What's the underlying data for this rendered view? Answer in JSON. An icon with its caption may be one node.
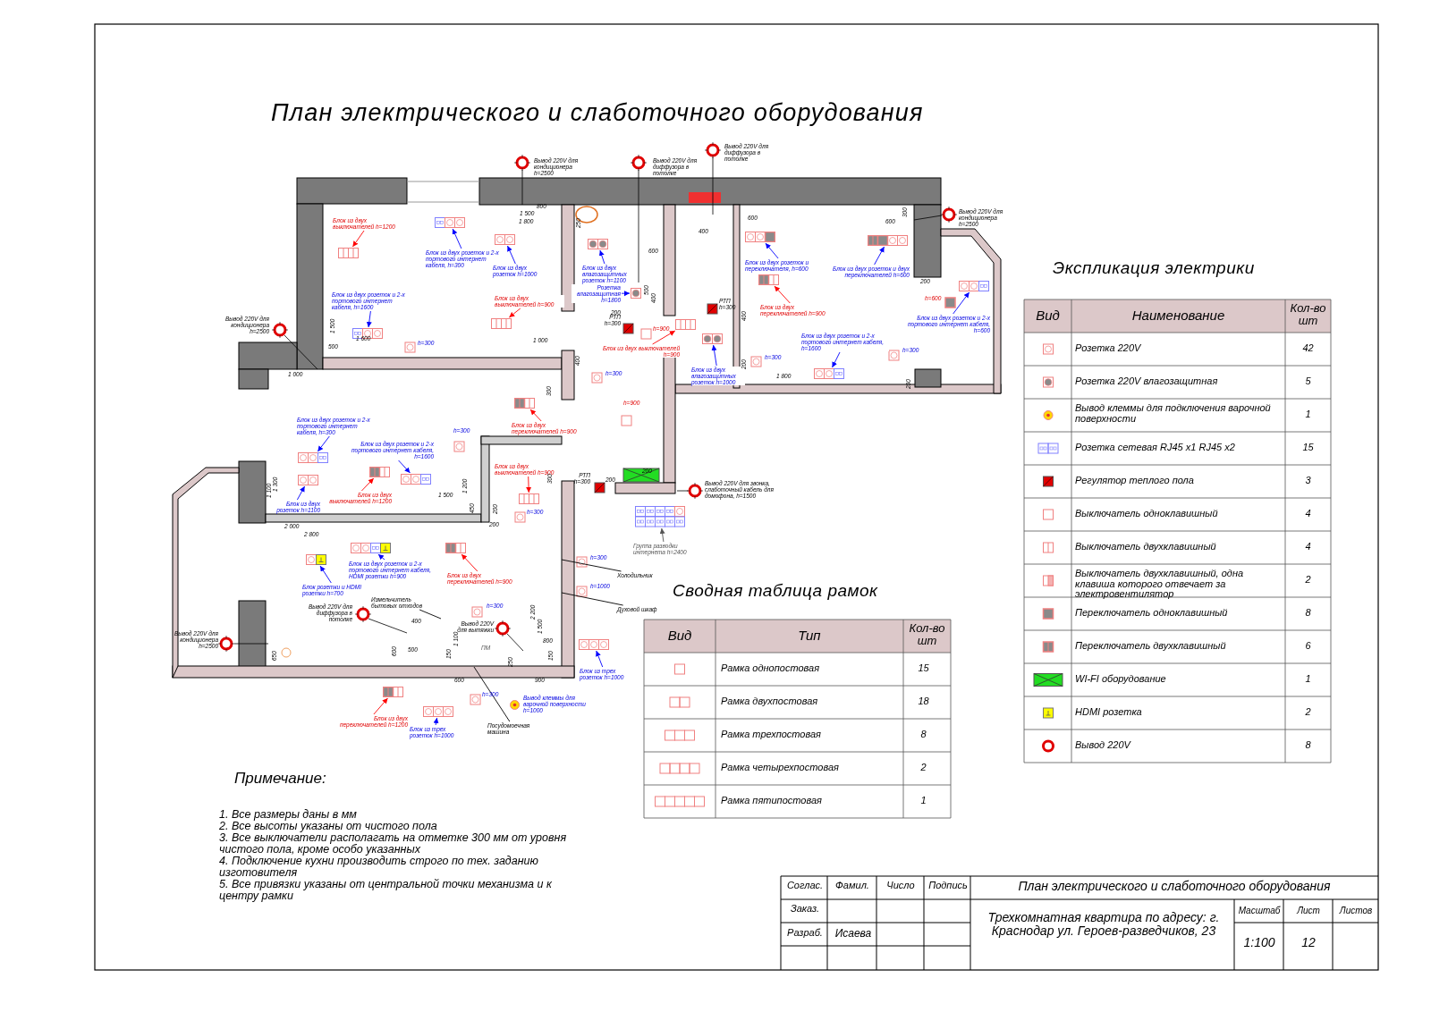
{
  "diagram": {
    "title": "План электрического и слаботочного оборудования",
    "nodes": [
      {
        "text": [
          "Блок из двух выключателей h=1200"
        ]
      },
      {
        "text": [],
        "shape": "box"
      },
      {
        "text": [
          "Блок из двух розеток и 2-х портового интернет кабеля, h=1600"
        ]
      },
      {
        "text": [],
        "shape": "box"
      },
      {
        "text": [
          "Блок из двух розеток и 2-х портового интернет кабеля, h=300"
        ]
      },
      {
        "text": [],
        "shape": "box"
      },
      {
        "text": [
          "Блок из двух розеток h=1000"
        ]
      },
      {
        "text": [],
        "shape": "box"
      },
      {
        "text": [
          "Блок из двух влагозащитных розеток h=1100"
        ]
      },
      {
        "text": [],
        "shape": "box"
      },
      {
        "text": [
          "Розетка влагозащитная h=1800"
        ]
      },
      {
        "text": [],
        "shape": "box"
      },
      {
        "text": [
          "Блок из двух выключателей h=900"
        ]
      },
      {
        "text": [],
        "shape": "box"
      },
      {
        "text": [
          "Блок из двух выключателей h=900"
        ]
      },
      {
        "text": [],
        "shape": "box"
      },
      {
        "text": [
          "Блок из двух влагозащитных розеток h=1000"
        ]
      },
      {
        "text": [],
        "shape": "box"
      },
      {
        "text": [
          "Блок из двух переключателей h=900"
        ]
      },
      {
        "text": [],
        "shape": "box"
      },
      {
        "text": [
          "Блок из двух розеток и переключателя, h=600"
        ]
      },
      {
        "text": [],
        "shape": "box"
      },
      {
        "text": [
          "Блок из двух переключателей h=900"
        ]
      },
      {
        "text": [],
        "shape": "box"
      },
      {
        "text": [
          "Блок из двух розеток и двух переключателей h=600"
        ]
      },
      {
        "text": [],
        "shape": "box"
      },
      {
        "text": [
          "Блок из двух розеток и 2-х портового интернет кабеля, h=600"
        ]
      },
      {
        "text": [],
        "shape": "box"
      },
      {
        "text": [
          "Блок из двух розеток и 2-х портового интернет кабеля, h=1600"
        ]
      },
      {
        "text": [],
        "shape": "box"
      },
      {
        "text": [
          "Блок из двух розеток и 2-х портового интернет кабеля, h=300"
        ]
      },
      {
        "text": [],
        "shape": "box"
      },
      {
        "text": [
          "Блок из двух розеток и 2-х портового интернет кабеля, h=1600"
        ]
      },
      {
        "text": [],
        "shape": "box"
      },
      {
        "text": [
          "Блок из двух выключателей h=1200"
        ]
      },
      {
        "text": [],
        "shape": "box"
      },
      {
        "text": [
          "Блок из двух розеток h=1100"
        ]
      },
      {
        "text": [],
        "shape": "box"
      },
      {
        "text": [
          "Блок из двух выключателей h=900"
        ]
      },
      {
        "text": [],
        "shape": "box"
      },
      {
        "text": [
          "Блок из двух переключателей h=900"
        ]
      },
      {
        "text": [],
        "shape": "box"
      },
      {
        "text": [
          "Блок розетки и HDMI розетки h=700"
        ]
      },
      {
        "text": [],
        "shape": "box"
      },
      {
        "text": [
          "Блок из двух розеток и 2-х портового интернет кабеля, HDMI розетки h=900"
        ]
      },
      {
        "text": [],
        "shape": "box"
      },
      {
        "text": [
          "Блок из двух переключателей h=1200"
        ]
      },
      {
        "text": [],
        "shape": "box"
      },
      {
        "text": [
          "Блок из трех розеток h=1000"
        ]
      },
      {
        "text": [],
        "shape": "box"
      },
      {
        "text": [
          "Блок из трех розеток h=1000"
        ]
      },
      {
        "text": [],
        "shape": "box"
      },
      {
        "text": [
          "Группа разводки интернета h=2400"
        ]
      },
      {
        "text": [],
        "shape": "box"
      },
      {
        "text": [
          "Измельчитель бытовых отходов"
        ]
      },
      {
        "text": [
          "Холодильник"
        ]
      },
      {
        "text": [
          "Духовой шкаф"
        ]
      },
      {
        "text": [
          "Посудомоечная машина"
        ]
      }
    ],
    "edges": [
      {
        "from": 0,
        "to": 1,
        "arrow": "to",
        "color": "#ff0000"
      },
      {
        "from": 2,
        "to": 3,
        "arrow": "to"
      },
      {
        "from": 4,
        "to": 5,
        "arrow": "to"
      },
      {
        "from": 6,
        "to": 7,
        "arrow": "to"
      },
      {
        "from": 8,
        "to": 9,
        "arrow": "to"
      },
      {
        "from": 10,
        "to": 11,
        "arrow": "to"
      },
      {
        "from": 12,
        "to": 13,
        "arrow": "to",
        "color": "#ff0000"
      },
      {
        "from": 14,
        "to": 15,
        "arrow": "to",
        "color": "#ff0000"
      },
      {
        "from": 16,
        "to": 17,
        "arrow": "to"
      },
      {
        "from": 18,
        "to": 19,
        "arrow": "to",
        "color": "#ff0000"
      },
      {
        "from": 20,
        "to": 21,
        "arrow": "to"
      },
      {
        "from": 22,
        "to": 23,
        "arrow": "to",
        "color": "#ff0000"
      },
      {
        "from": 24,
        "to": 25,
        "arrow": "to"
      },
      {
        "from": 26,
        "to": 27,
        "arrow": "to"
      },
      {
        "from": 28,
        "to": 29,
        "arrow": "to"
      },
      {
        "from": 30,
        "to": 31,
        "arrow": "to"
      },
      {
        "from": 32,
        "to": 33,
        "arrow": "to"
      },
      {
        "from": 34,
        "to": 35,
        "arrow": "to",
        "color": "#ff0000"
      },
      {
        "from": 36,
        "to": 37,
        "arrow": "to"
      },
      {
        "from": 38,
        "to": 39,
        "arrow": "to",
        "color": "#ff0000"
      },
      {
        "from": 40,
        "to": 41,
        "arrow": "to",
        "color": "#ff0000"
      },
      {
        "from": 42,
        "to": 43,
        "arrow": "to"
      },
      {
        "from": 44,
        "to": 45,
        "arrow": "to"
      },
      {
        "from": 46,
        "to": 47,
        "arrow": "to",
        "color": "#ff0000"
      },
      {
        "from": 48,
        "to": 49,
        "arrow": "to"
      },
      {
        "from": 50,
        "to": 51,
        "arrow": "to"
      },
      {
        "from": 52,
        "to": 53,
        "arrow": "to",
        "color": "#555555"
      },
      {
        "from": 54,
        "to": null,
        "arrow": "none",
        "color": "#000000"
      },
      {
        "from": 55,
        "to": null,
        "arrow": "none",
        "color": "#000000"
      },
      {
        "from": 56,
        "to": null,
        "arrow": "none",
        "color": "#000000"
      },
      {
        "from": 57,
        "to": null,
        "arrow": "none",
        "color": "#000000"
      }
    ],
    "labels": [
      "Вывод 220V для кондиционера h=2500",
      "Вывод 220V для диффузора в потолке",
      "Вывод 220V для диффузора в потолке",
      "Вывод 220V для кондиционера h=2500",
      "Вывод 220V для кондиционера h=2500",
      "Вывод 220V для звонка, слаботочный кабель для домофона, h=1500",
      "Вывод 220V для диффузора в потолке",
      "Вывод 220V для кондиционера h=2500",
      "Вывод 220V для вытяжки",
      "Вывод клеммы для варочной поверхности h=1000",
      "РТП h=300",
      "РТП h=300",
      "РТП h=300",
      "ПМ",
      "h=300",
      "h=300",
      "h=900",
      "h=900",
      "h=300",
      "h=300",
      "h=300",
      "h=300",
      "h=600",
      "h=300",
      "h=1000",
      "h=300",
      "h=300",
      "1 500",
      "1 600",
      "500",
      "1 000",
      "800",
      "1 500",
      "1 800",
      "250",
      "600",
      "400",
      "500",
      "400",
      "200",
      "1 000",
      "400",
      "300",
      "600",
      "600",
      "300",
      "200",
      "400",
      "200",
      "1 800",
      "200",
      "1 100",
      "1 300",
      "1 500",
      "2 000",
      "2 800",
      "400",
      "500",
      "600",
      "650",
      "1 200",
      "450",
      "300",
      "200",
      "200",
      "200",
      "200",
      "2 200",
      "1 500",
      "800",
      "150",
      "250",
      "1 100",
      "150",
      "600",
      "900",
      "Экспликация электрики",
      "Вид",
      "Наименование",
      "Кол-во шт",
      "Розетка 220V",
      "42",
      "Розетка 220V влагозащитная",
      "5",
      "Вывод клеммы для подключения варочной поверхности",
      "1",
      "Розетка сетевая RJ45 x1 RJ45 x2",
      "15",
      "Регулятор теплого пола",
      "3",
      "Выключатель одноклавишный",
      "4",
      "Выключатель двухклавишный",
      "4",
      "Выключатель двухклавишный, одна клавиша которого отвечает за электровентилятор",
      "2",
      "Переключатель одноклавишный",
      "8",
      "Переключатель двухклавишный",
      "6",
      "WI-FI оборудование",
      "1",
      "HDMI розетка",
      "2",
      "Вывод 220V",
      "8",
      "Сводная таблица рамок",
      "Вид",
      "Тип",
      "Кол-во шт",
      "Рамка однопостовая",
      "15",
      "Рамка двухпостовая",
      "18",
      "Рамка трехпостовая",
      "8",
      "Рамка четырехпостовая",
      "2",
      "Рамка пятипостовая",
      "1",
      "Примечание:",
      "1. Все размеры даны в мм",
      "2. Все высоты указаны от чистого пола",
      "3. Все выключатели располагать на отметке 300 мм от уровня чистого пола, кроме особо указанных",
      "4. Подключение кухни производить строго по тех. заданию изготовителя",
      "5. Все привязки указаны от центральной точки механизма и к центру рамки",
      "Соглас.",
      "Фамил.",
      "Число",
      "Подпись",
      "План электрического и слаботочного оборудования",
      "Заказ.",
      "Трехкомнатная квартира по адресу: г. Краснодар ул. Героев-разведчиков, 23",
      "Масштаб",
      "Лист",
      "Листов",
      "Разраб.",
      "Исаева",
      "1:100",
      "12"
    ]
  }
}
